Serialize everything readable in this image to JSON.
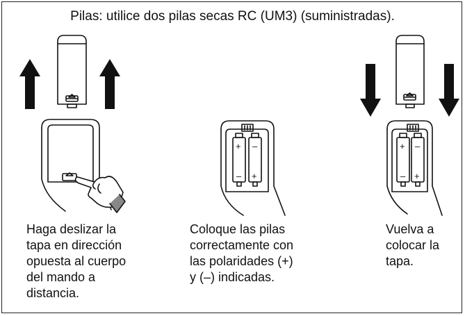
{
  "title": "Pilas: utilice dos pilas secas RC (UM3) (suministradas).",
  "steps": [
    {
      "caption": "Haga deslizar la\ntapa en dirección\nopuesta al cuerpo\ndel mando a\ndistancia."
    },
    {
      "caption": "Coloque las pilas\ncorrectamente con\nlas polaridades (+)\ny (–) indicadas."
    },
    {
      "caption": "Vuelva a\ncolocar la\ntapa."
    }
  ],
  "polarity": {
    "plus": "+",
    "minus": "–"
  },
  "icons": [
    "arrow-up-icon",
    "arrow-down-icon",
    "hand-pointer-icon",
    "remote-icon",
    "battery-icon"
  ],
  "colors": {
    "ink": "#111111",
    "background": "#ffffff"
  }
}
